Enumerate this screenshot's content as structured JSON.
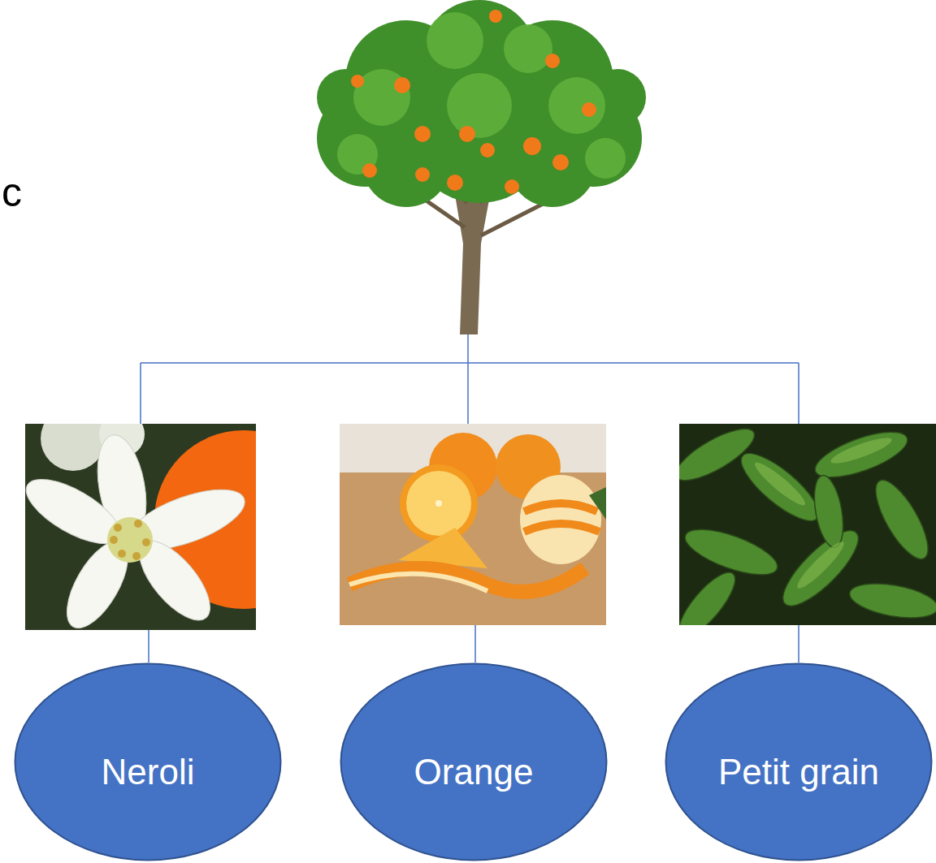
{
  "diagram": {
    "nodes": [
      {
        "text": [
          "Neroli"
        ]
      },
      {
        "text": [
          "Orange"
        ]
      },
      {
        "text": [
          "Petit grain"
        ]
      }
    ],
    "labels": [
      "c"
    ]
  }
}
